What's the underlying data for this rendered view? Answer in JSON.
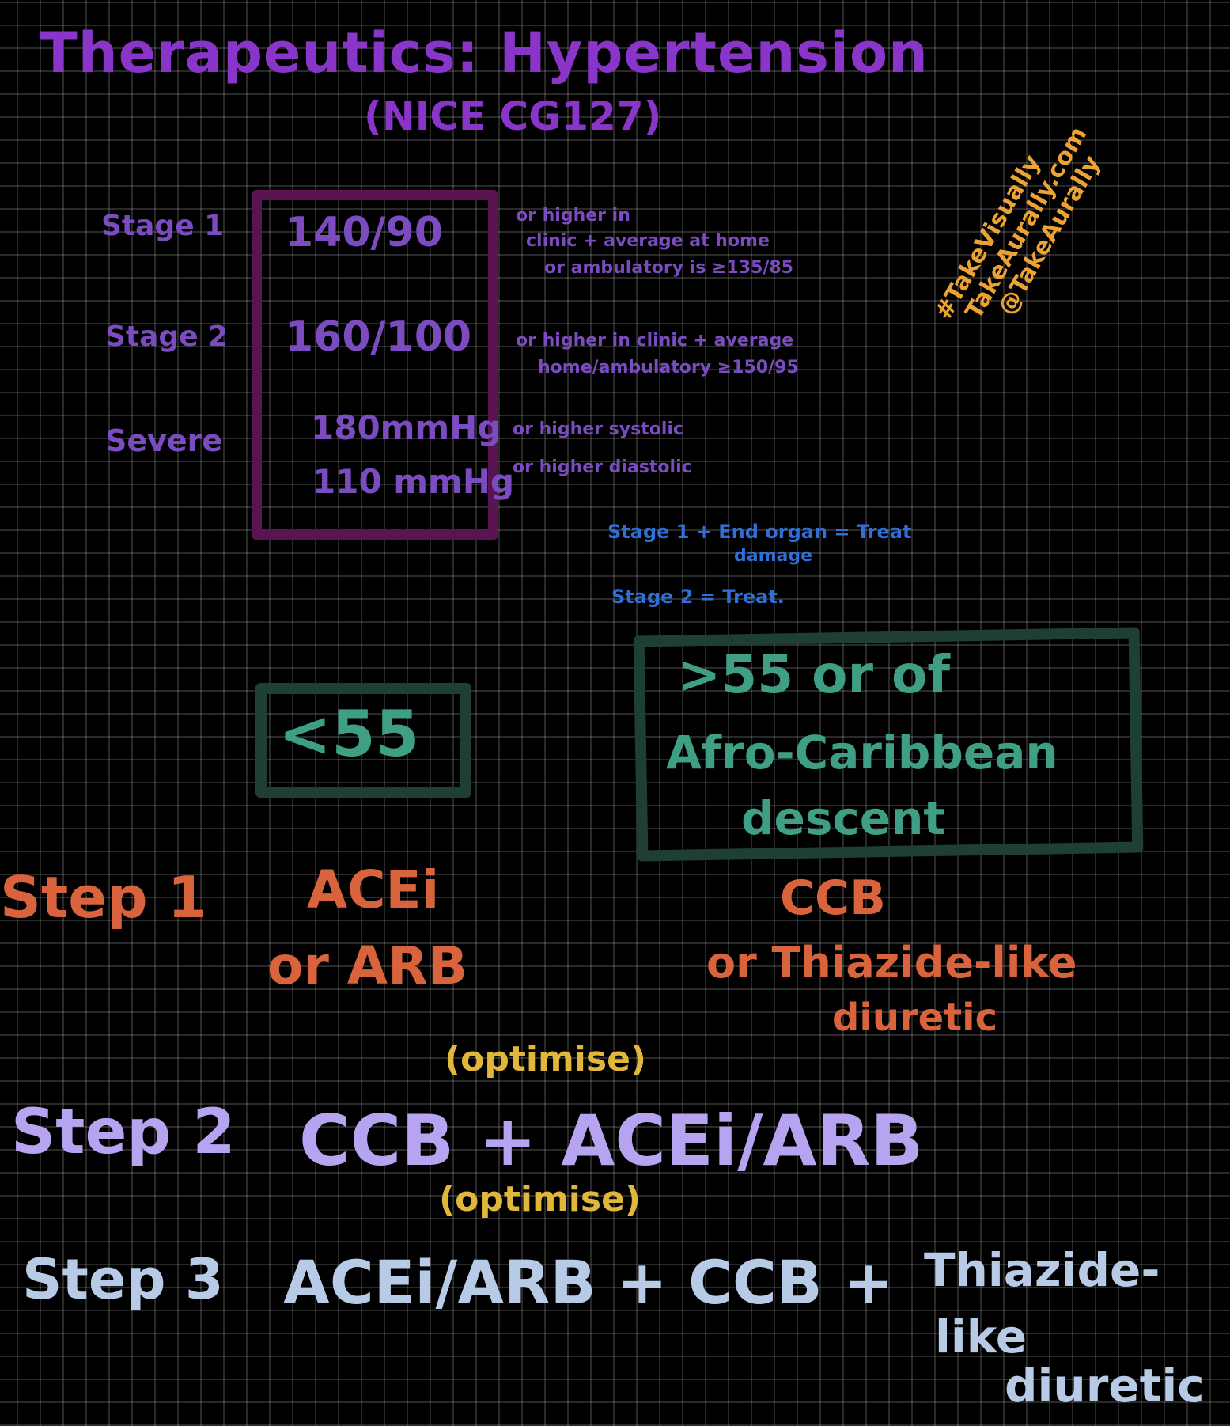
{
  "title": "Therapeutics: Hypertension",
  "subtitle": "(NICE CG127)",
  "stages": [
    {
      "label": "Stage 1",
      "value": "140/90",
      "note_lines": [
        "or higher in",
        "clinic + average at home",
        "or ambulatory is ≥135/85"
      ]
    },
    {
      "label": "Stage 2",
      "value": "160/100",
      "note_lines": [
        "or higher in clinic + average",
        "home/ambulatory ≥150/95"
      ]
    },
    {
      "label": "Severe",
      "value_lines": [
        "180mmHg",
        "110 mmHg"
      ],
      "note_lines": [
        "or higher systolic",
        "or higher diastolic"
      ]
    }
  ],
  "treat_notes": {
    "line1": "Stage 1 + End organ = Treat",
    "line1b": "damage",
    "line2": "Stage 2 = Treat."
  },
  "groups": {
    "under55": "<55",
    "over55_lines": [
      ">55 or of",
      "Afro-Caribbean",
      "descent"
    ]
  },
  "step1": {
    "label": "Step 1",
    "left_lines": [
      "ACEi",
      "or ARB"
    ],
    "right_lines": [
      "CCB",
      "or Thiazide-like",
      "diuretic"
    ]
  },
  "optimise": "(optimise)",
  "step2": {
    "label": "Step 2",
    "text": "CCB + ACEi/ARB"
  },
  "step3": {
    "label": "Step 3",
    "text": "ACEi/ARB + CCB +",
    "extra_lines": [
      "Thiazide-",
      "like",
      "diuretic"
    ]
  },
  "watermark": {
    "lines": [
      "#TakeVisually",
      "TakeAurally.com",
      "@TakeAurally"
    ]
  },
  "colors": {
    "title": "#8a35c9",
    "stage_box": "#5a1452",
    "group_box": "#1f3f34",
    "step1": "#d8633c",
    "step2": "#b7a4f0",
    "step3": "#b7cbe6",
    "optimise": "#e0b73a",
    "treat_notes": "#2f6fd6",
    "watermark": "#eda334"
  }
}
